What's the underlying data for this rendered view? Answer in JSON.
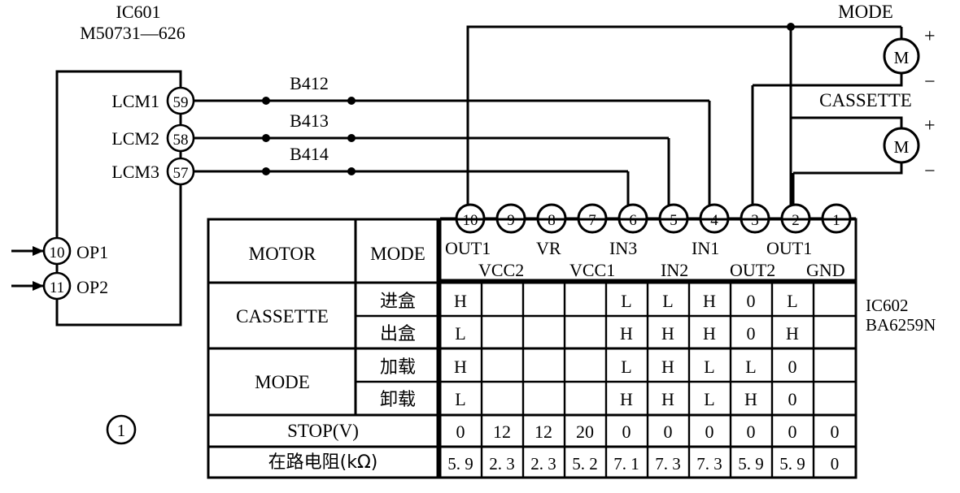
{
  "diagram": {
    "figure_marker": "①",
    "ic601": {
      "name": "IC601",
      "part": "M50731—626",
      "pins": [
        {
          "label": "LCM1",
          "number": "59"
        },
        {
          "label": "LCM2",
          "number": "58"
        },
        {
          "label": "LCM3",
          "number": "57"
        },
        {
          "label": "OP1",
          "number": "10"
        },
        {
          "label": "OP2",
          "number": "11"
        }
      ]
    },
    "signal_lines": [
      "B412",
      "B413",
      "B414"
    ],
    "ic602": {
      "name": "IC602",
      "part": "BA6259N",
      "pin_numbers": [
        "10",
        "9",
        "8",
        "7",
        "6",
        "5",
        "4",
        "3",
        "2",
        "1"
      ],
      "pin_names_top": [
        "OUT1",
        "",
        "VR",
        "",
        "IN3",
        "",
        "IN1",
        "",
        "OUT1",
        ""
      ],
      "pin_names_bottom": [
        "",
        "VCC2",
        "",
        "VCC1",
        "",
        "IN2",
        "",
        "OUT2",
        "",
        "GND"
      ]
    },
    "motors": [
      {
        "name": "MODE",
        "symbol": "M",
        "plus": "+",
        "minus": "−"
      },
      {
        "name": "CASSETTE",
        "symbol": "M",
        "plus": "+",
        "minus": "−"
      }
    ]
  },
  "table": {
    "headers": {
      "motor": "MOTOR",
      "mode": "MODE"
    },
    "pin_header_numbers": [
      "10",
      "9",
      "8",
      "7",
      "6",
      "5",
      "4",
      "3",
      "2",
      "1"
    ],
    "pin_header_labels_top": [
      "OUT1",
      "",
      "VR",
      "",
      "IN3",
      "",
      "IN1",
      "",
      "OUT1",
      ""
    ],
    "pin_header_labels_bottom": [
      "",
      "VCC2",
      "",
      "VCC1",
      "",
      "IN2",
      "",
      "OUT2",
      "",
      "GND"
    ],
    "groups": [
      {
        "motor": "CASSETTE",
        "rows": [
          {
            "mode": "进盒",
            "values": [
              "H",
              "",
              "",
              "",
              "L",
              "L",
              "H",
              "0",
              "L",
              ""
            ]
          },
          {
            "mode": "出盒",
            "values": [
              "L",
              "",
              "",
              "",
              "H",
              "H",
              "H",
              "0",
              "H",
              ""
            ]
          }
        ]
      },
      {
        "motor": "MODE",
        "rows": [
          {
            "mode": "加载",
            "values": [
              "H",
              "",
              "",
              "",
              "L",
              "H",
              "L",
              "L",
              "0",
              ""
            ]
          },
          {
            "mode": "卸载",
            "values": [
              "L",
              "",
              "",
              "",
              "H",
              "H",
              "L",
              "H",
              "0",
              ""
            ]
          }
        ]
      }
    ],
    "summary_rows": [
      {
        "label": "STOP(V)",
        "values": [
          "0",
          "12",
          "12",
          "20",
          "0",
          "0",
          "0",
          "0",
          "0",
          "0"
        ]
      },
      {
        "label": "在路电阻(kΩ)",
        "values": [
          "5. 9",
          "2. 3",
          "2. 3",
          "5. 2",
          "7. 1",
          "7. 3",
          "7. 3",
          "5. 9",
          "5. 9",
          "0"
        ]
      }
    ]
  },
  "colors": {
    "ink": "#000000",
    "paper": "#ffffff"
  }
}
